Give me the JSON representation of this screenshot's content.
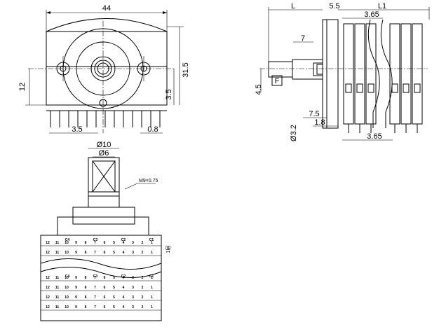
{
  "dimensions": {
    "top_width": "44",
    "height_total": "31.5",
    "height_left": "12",
    "height_low": "3.5",
    "pin_pitch": "3.5",
    "pin_width": "0.8",
    "side_L": "L",
    "side_55": "5.5",
    "side_L1": "L1",
    "side_365_top": "3.65",
    "side_7": "7",
    "side_F": "F",
    "side_45": "4.5",
    "side_75": "7.5",
    "side_18": "1.8",
    "side_32": "Ø3.2",
    "side_365_bot": "3.65",
    "shaft_d10": "Ø10",
    "shaft_d6": "Ø6",
    "thread": "M9×0.75"
  },
  "wafer": {
    "pin_numbers": [
      "12",
      "11",
      "10",
      "9",
      "8",
      "7",
      "6",
      "5",
      "4",
      "3",
      "2",
      "1"
    ],
    "row_a_labels": [
      "C4",
      "C3",
      "C2",
      "C1"
    ],
    "side_label": "1层"
  }
}
